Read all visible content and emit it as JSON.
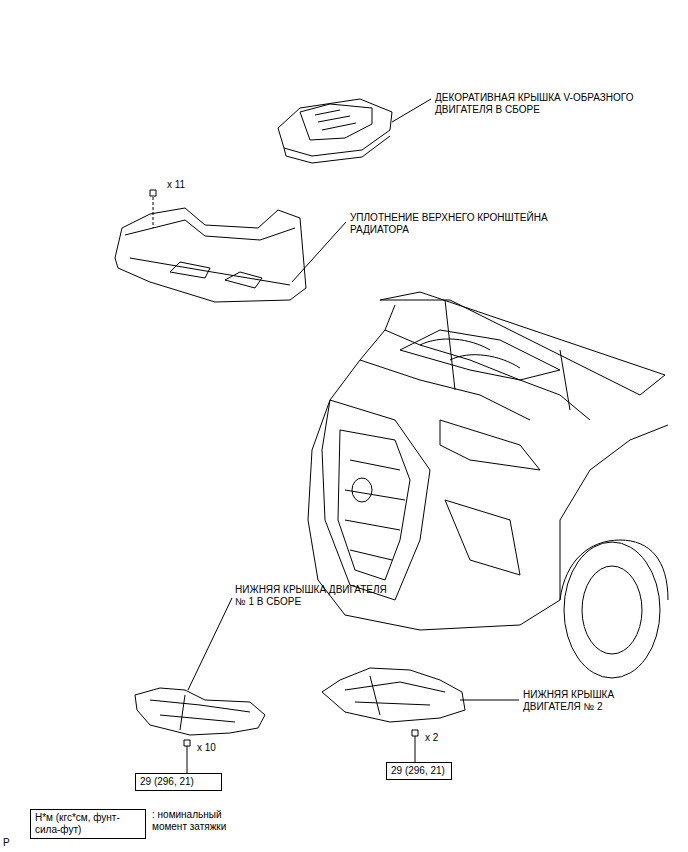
{
  "diagram": {
    "nodes": [
      {
        "text": [
          "29 (296, 21)"
        ]
      },
      {
        "text": [
          "29 (296, 21)"
        ]
      },
      {
        "text": [
          "Н*м (кгс*см, фунт-сила-фут)"
        ]
      }
    ],
    "labels": [
      "ДЕКОРАТИВНАЯ КРЫШКА V-ОБРАЗНОГО ДВИГАТЕЛЯ В СБОРЕ",
      "x 11",
      "УПЛОТНЕНИЕ ВЕРХНЕГО КРОНШТЕЙНА РАДИАТОРА",
      "НИЖНЯЯ КРЫШКА ДВИГАТЕЛЯ № 1 В СБОРЕ",
      "x 10",
      "НИЖНЯЯ КРЫШКА ДВИГАТЕЛЯ № 2",
      "x 2",
      ": номинальный момент затяжки",
      "P"
    ]
  }
}
